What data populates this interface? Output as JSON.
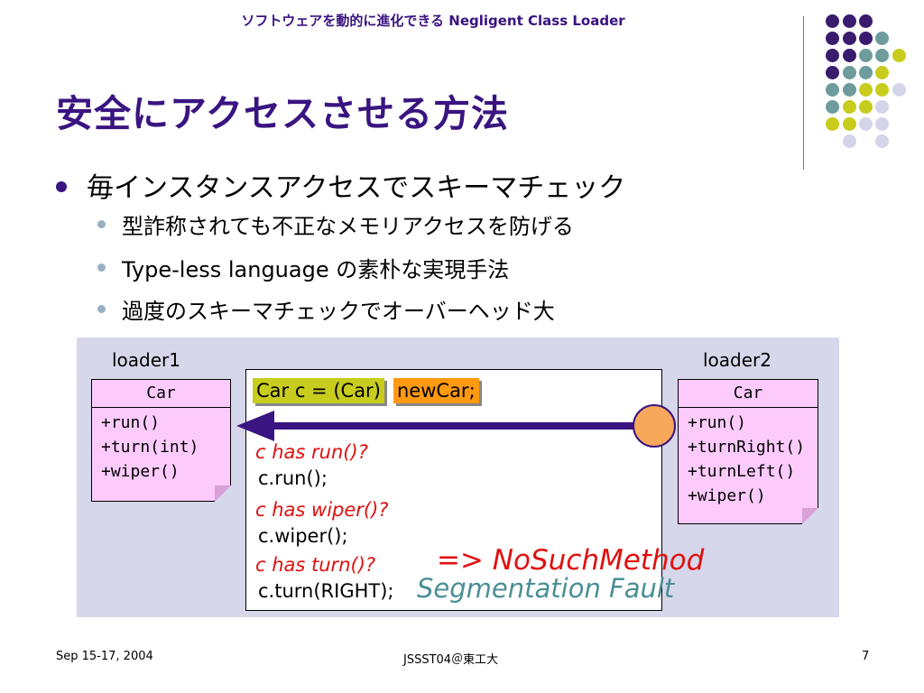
{
  "header": {
    "text": "ソフトウェアを動的に進化できる Negligent Class Loader"
  },
  "title": "安全にアクセスさせる方法",
  "bullets": {
    "main": "毎インスタンスアクセスでスキーマチェック",
    "subs": [
      "型詐称されても不正なメモリアクセスを防げる",
      "Type-less language の素朴な実現手法",
      "過度のスキーマチェックでオーバーヘッド大"
    ]
  },
  "diagram": {
    "loader1_label": "loader1",
    "loader2_label": "loader2",
    "left_class": {
      "name": "Car",
      "methods": [
        "+run()",
        "+turn(int)",
        "+wiper()"
      ]
    },
    "right_class": {
      "name": "Car",
      "methods": [
        "+run()",
        "+turnRight()",
        "+turnLeft()",
        "+wiper()"
      ]
    },
    "code": {
      "cast": "Car c = (Car)",
      "new": "newCar;",
      "q1": "c has run()?",
      "l1": "c.run();",
      "q2": "c has wiper()?",
      "l2": "c.wiper();",
      "q3": "c has turn()?",
      "l3": "c.turn(RIGHT);"
    },
    "error_text": "=> NoSuchMethod",
    "segfault_text": "Segmentation Fault"
  },
  "footer": {
    "date": "Sep 15-17, 2004",
    "venue": "JSSST04＠東工大",
    "page": "7"
  },
  "colors": {
    "title": "#3a1480",
    "purple": "#3a1c6e",
    "teal": "#6e9c9c",
    "lime": "#c8cc1c",
    "lavender": "#d4d4ea",
    "panel": "#d6d7ea",
    "card": "#fccbfc",
    "chip_lime": "#c8cc1c",
    "chip_orange": "#ff9910",
    "arrow": "#3a1480",
    "circle": "#f7a85a",
    "red": "#e01010",
    "segfault": "#4a8f96"
  }
}
